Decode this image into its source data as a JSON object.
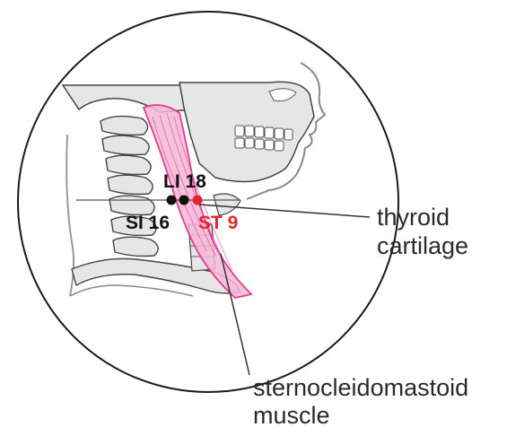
{
  "points": [
    {
      "id": "li18",
      "label": "LI 18",
      "color": "#111111"
    },
    {
      "id": "si16",
      "label": "SI 16",
      "color": "#111111"
    },
    {
      "id": "st9",
      "label": "ST 9",
      "color": "#e5232e"
    }
  ],
  "callouts": {
    "thyroid_line1": "thyroid",
    "thyroid_line2": "cartilage",
    "scm_line1": "sternocleidomastoid",
    "scm_line2": "muscle"
  },
  "colors": {
    "outline": "#1a1a1a",
    "bone_fill": "#e6e6e6",
    "muscle_fill": "#f3b6d6",
    "muscle_stroke": "#e0408f",
    "point_red": "#e5232e",
    "point_black": "#111111"
  }
}
